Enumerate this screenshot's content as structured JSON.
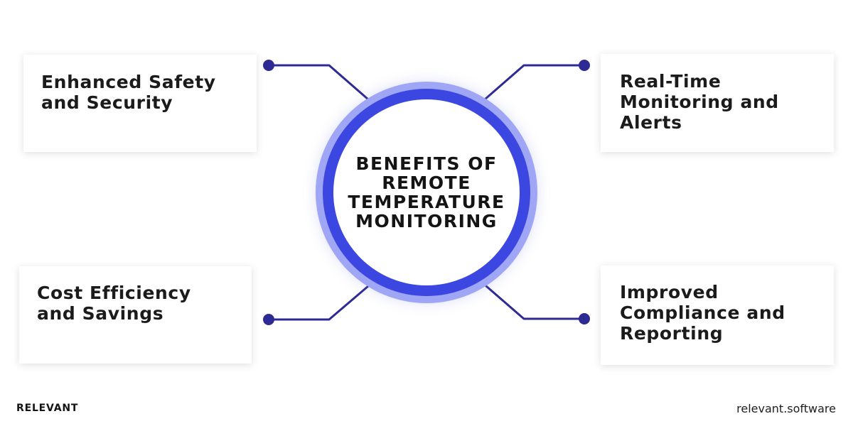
{
  "diagram": {
    "center_title": "BENEFITS OF\nREMOTE\nTEMPERATURE\nMONITORING",
    "benefits": [
      {
        "position": "top-left",
        "label": "Enhanced Safety\nand Security"
      },
      {
        "position": "top-right",
        "label": "Real-Time\nMonitoring and\nAlerts"
      },
      {
        "position": "bottom-left",
        "label": "Cost Efficiency\nand Savings"
      },
      {
        "position": "bottom-right",
        "label": "Improved\nCompliance and\nReporting"
      }
    ],
    "colors": {
      "ring_light": "#9ea6f5",
      "ring_dark": "#3b47e0",
      "connector": "#2d2a94",
      "text": "#1b1b1b"
    }
  },
  "footer": {
    "brand": "RELEVANT",
    "website": "relevant.software"
  }
}
